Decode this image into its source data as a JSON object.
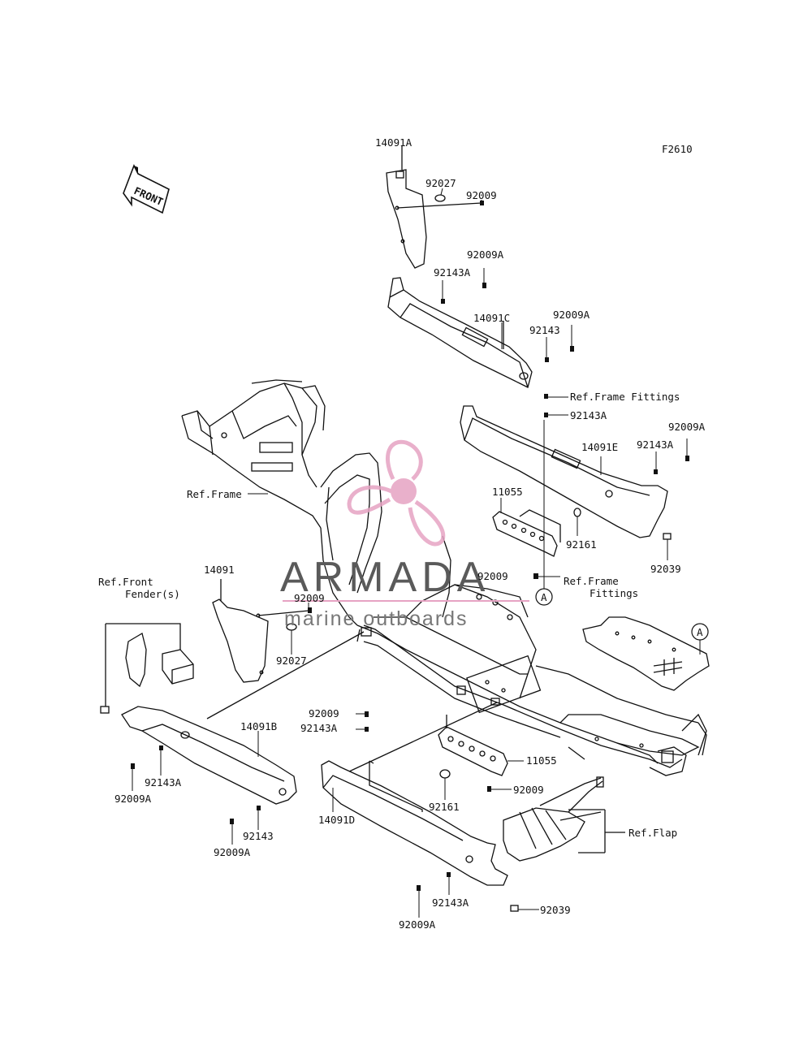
{
  "figure_id": "F2610",
  "front_label": "FRONT",
  "callout_letter": "A",
  "watermark": {
    "title": "ARMADA",
    "subtitle": "marine outboards",
    "logo_color": "#e6a3c3",
    "text_color": "#5a5a5a"
  },
  "colors": {
    "line": "#111111",
    "background": "#ffffff"
  },
  "labels": {
    "p14091a": "14091A",
    "p92027_top": "92027",
    "p92009_top": "92009",
    "p92009a_1": "92009A",
    "p92143a_1": "92143A",
    "p14091c": "14091C",
    "p92009a_2": "92009A",
    "p92143_1": "92143",
    "ref_frame_fittings_1": "Ref.Frame Fittings",
    "p92143a_2": "92143A",
    "p92009a_3": "92009A",
    "p14091e": "14091E",
    "p92143a_3": "92143A",
    "p11055_top": "11055",
    "p92161_top": "92161",
    "p92039_top": "92039",
    "ref_frame": "Ref.Frame",
    "p92009_mid": "92009",
    "ref_frame_fittings_2a": "Ref.Frame",
    "ref_frame_fittings_2b": "Fittings",
    "ref_front_fender_a": "Ref.Front",
    "ref_front_fender_b": "Fender(s)",
    "p14091": "14091",
    "p92009_left": "92009",
    "p92027_left": "92027",
    "p14091b": "14091B",
    "p92143a_4": "92143A",
    "p92009a_4": "92009A",
    "p92143_2": "92143",
    "p92009a_5": "92009A",
    "p92009_low": "92009",
    "p92143a_5": "92143A",
    "p14091d": "14091D",
    "p11055_low": "11055",
    "p92161_low": "92161",
    "p92009_low2": "92009",
    "ref_flap": "Ref.Flap",
    "p92143a_6": "92143A",
    "p92009a_6": "92009A",
    "p92039_low": "92039"
  }
}
